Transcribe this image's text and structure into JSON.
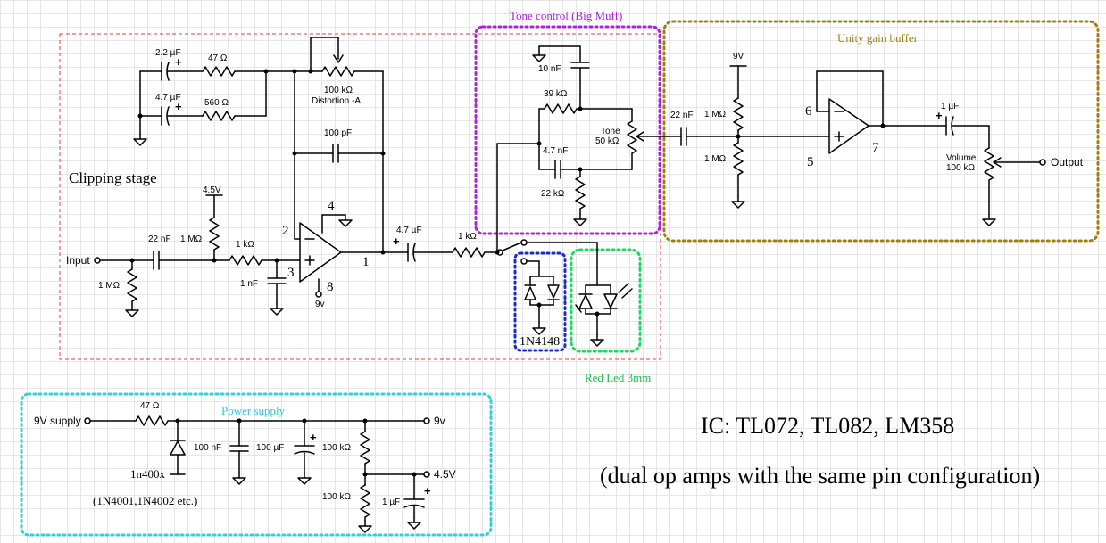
{
  "sections": {
    "tone": "Tone control (Big Muff)",
    "buffer": "Unity gain buffer",
    "clipping": "Clipping stage",
    "power": "Power supply",
    "diode": "1N4148",
    "led": "Red Led 3mm"
  },
  "labels": {
    "c22uf": "2.2 µF",
    "c47uf": "4.7 µF",
    "r47": "47 Ω",
    "r560": "560 Ω",
    "pot_value": "100 kΩ",
    "pot_name": "Distortion -A",
    "c100pf": "100 pF",
    "v45": "4.5V",
    "r1m_bias": "1 MΩ",
    "c22nf_in": "22 nF",
    "r1k_in": "1 kΩ",
    "c1nf": "1 nF",
    "input": "Input",
    "r1m_in": "1 MΩ",
    "v9_pin": "9v",
    "c47uf_out": "4.7 µF",
    "r1k_tone": "1 kΩ",
    "c10nf": "10 nF",
    "r39k": "39 kΩ",
    "tone_name": "Tone",
    "tone_value": "50 kΩ",
    "c47nf": "4.7 nF",
    "r22k": "22 kΩ",
    "v9_buffer": "9V",
    "c22nf_buf": "22 nF",
    "r1m_top": "1 MΩ",
    "r1m_bottom": "1 MΩ",
    "c1uf_out": "1 µF",
    "vol_name": "Volume",
    "vol_value": "100 kΩ",
    "output": "Output",
    "supply_in": "9V supply",
    "r47_supply": "47 Ω",
    "c100nf": "100 nF",
    "c100uf": "100 µF",
    "r100k_top": "100 kΩ",
    "r100k_bottom": "100 kΩ",
    "c1uf_supply": "1 µF",
    "v9_out": "9v",
    "v45_out": "4.5V",
    "diode_name": "1n400x",
    "diode_alt": "(1N4001,1N4002 etc.)"
  },
  "pins": {
    "p1": "1",
    "p2": "2",
    "p3": "3",
    "p4": "4",
    "p5": "5",
    "p6": "6",
    "p7": "7",
    "p8": "8"
  },
  "notes": {
    "ic": "IC: TL072, TL082, LM358",
    "detail": "(dual op amps with the same pin configuration)"
  },
  "colors": {
    "clipping": "#e04040",
    "tone": "#b020e0",
    "buffer": "#a08010",
    "diode": "#1a2ccc",
    "led": "#20d860",
    "power": "#30d0e0"
  }
}
